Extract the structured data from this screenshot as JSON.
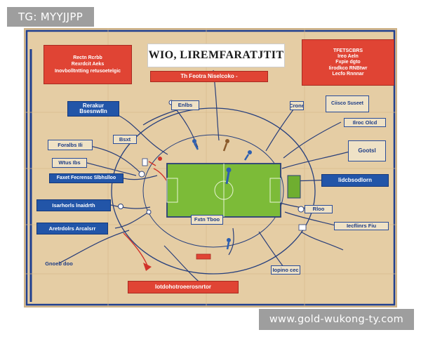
{
  "overlays": {
    "top_left_tag": "TG: MYYJJPP",
    "bottom_right_url": "www.gold-wukong-ty.com"
  },
  "diagram": {
    "title": "WIO, LIREMFARATJTIT",
    "subtitle": "Th Feotra Niselcoko -",
    "top_left_panel": [
      "Rectn Rcrbb",
      "Rexrdcit Aeks",
      "Inovbolltntting retusoetelgic"
    ],
    "top_right_panel": [
      "TFETSCBRS",
      "Ireo Aeln",
      "Fxpie dgto",
      "Iirodkco RNBtwr",
      "Lecfo Rnnnar"
    ],
    "left_labels": [
      "Rerakur Bsesnwlln",
      "Foralbs Ili",
      "Wtus Ibs",
      "Faxet Fecrensc Slbhslloo",
      "Isarhorls lnaidrth",
      "Aretrdolrs Arcalsrr",
      "Gnoeb doo"
    ],
    "top_labels": [
      "Bsxt",
      "Enlbs",
      "Crone",
      "Rloo"
    ],
    "right_labels": [
      "Ciisco Suseet",
      "Ilroc Olcd",
      "lidcbsodlorn",
      "Gootsl",
      "Iecflinrs Fiu",
      "Iopino cec"
    ],
    "center_labels": [
      "Fxtn Tboo"
    ],
    "bottom_banner": "Iotdohotroeerosnrtor",
    "colors": {
      "board": "#e5cda4",
      "field": "#7cbb38",
      "blue": "#2255a8",
      "red": "#e04434"
    }
  }
}
